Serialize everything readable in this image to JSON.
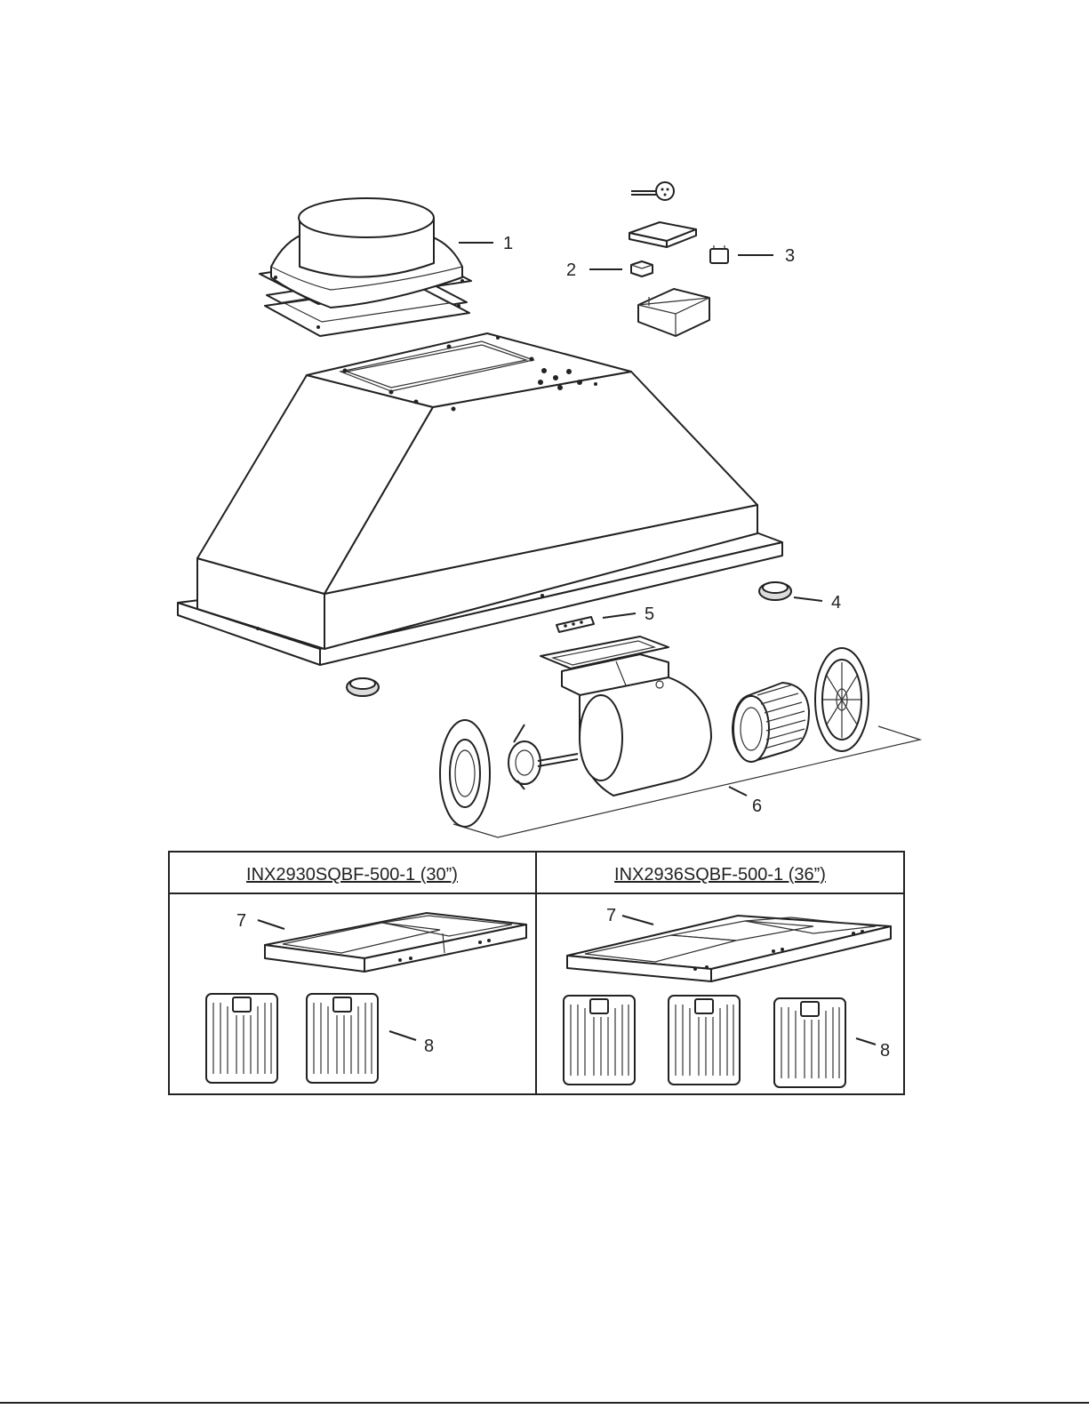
{
  "callouts": {
    "c1": "1",
    "c2": "2",
    "c3": "3",
    "c4": "4",
    "c5": "5",
    "c6": "6",
    "c7": "7",
    "c8": "8"
  },
  "table": {
    "left_model": "INX2930SQBF-500-1 (30”)",
    "right_model": "INX2936SQBF-500-1 (36”)"
  },
  "colors": {
    "line": "#222222",
    "fill": "#ffffff",
    "shade": "#dcdcdc"
  }
}
